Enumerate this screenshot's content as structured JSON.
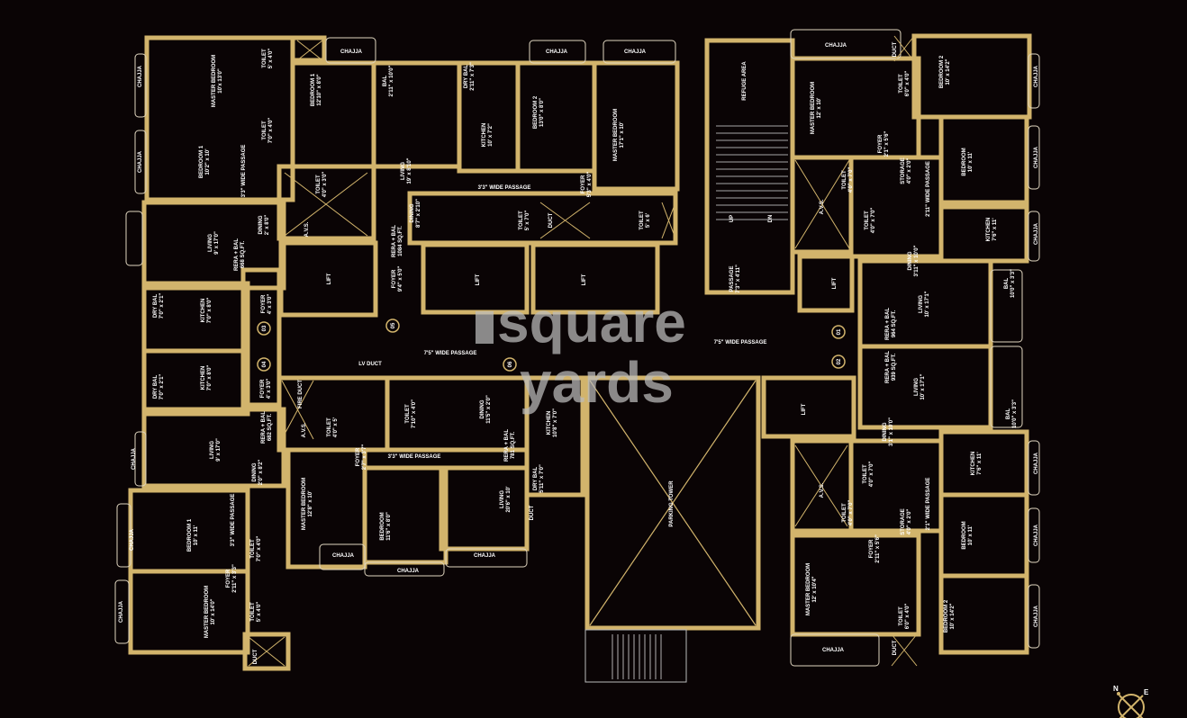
{
  "colors": {
    "background": "#0a0405",
    "wall": "#d2b46c",
    "fixture": "#c9ad6a",
    "text": "#ffffff",
    "watermark": "#bdbdbd"
  },
  "watermark": {
    "line1": "square",
    "line2": "yards"
  },
  "compass": {
    "north": "N",
    "east": "E"
  },
  "markers": [
    "01",
    "02",
    "03",
    "04",
    "05",
    "06"
  ],
  "labels": [
    {
      "name": "MASTER BEDROOM",
      "dim": "10'x 13'0\""
    },
    {
      "name": "TOILET",
      "dim": "5' x 4'0\""
    },
    {
      "name": "BEDROOM 1",
      "dim": "10'2\" x 10'"
    },
    {
      "name": "TOILET",
      "dim": "7'0\" x 4'0\""
    },
    {
      "name": "3'3\" WIDE PASSAGE",
      "dim": ""
    },
    {
      "name": "DINING",
      "dim": "2' x 8'0\""
    },
    {
      "name": "LIVING",
      "dim": "9' x 17'0\""
    },
    {
      "name": "RERA + BAL",
      "dim": "668 SQ.FT."
    },
    {
      "name": "BEDROOM 1",
      "dim": "12'10\" x 8'0\""
    },
    {
      "name": "TOILET",
      "dim": "4'0\" x 3'0\""
    },
    {
      "name": "A.V.S.",
      "dim": ""
    },
    {
      "name": "LIFT",
      "dim": ""
    },
    {
      "name": "CHAJJA",
      "dim": ""
    },
    {
      "name": "CHAJJA",
      "dim": ""
    },
    {
      "name": "CHAJJA",
      "dim": ""
    },
    {
      "name": "BAL",
      "dim": "2'11\" x 10'0\""
    },
    {
      "name": "DRY BAL",
      "dim": "2'11\" x 7'3\""
    },
    {
      "name": "LIVING",
      "dim": "19' x 8'10\""
    },
    {
      "name": "KITCHEN",
      "dim": "10' x 7'2\""
    },
    {
      "name": "BEDROOM 2",
      "dim": "13'0\" x 8'0\""
    },
    {
      "name": "MASTER BEDROOM",
      "dim": "17'1\" x 10'"
    },
    {
      "name": "3'3\" WIDE PASSAGE",
      "dim": ""
    },
    {
      "name": "FOYER",
      "dim": "5'3\" x 4'0\""
    },
    {
      "name": "DINING",
      "dim": "8'7\" x 2'10\""
    },
    {
      "name": "TOILET",
      "dim": "5' x 7'0\""
    },
    {
      "name": "DUCT",
      "dim": ""
    },
    {
      "name": "TOILET",
      "dim": "5' x 6'"
    },
    {
      "name": "RERA + BAL",
      "dim": "1084 SQ.FT."
    },
    {
      "name": "FOYER",
      "dim": "9'4\" x 5'0\""
    },
    {
      "name": "LIFT",
      "dim": ""
    },
    {
      "name": "LIFT",
      "dim": ""
    },
    {
      "name": "CHAJJA",
      "dim": ""
    },
    {
      "name": "CHAJJA",
      "dim": ""
    },
    {
      "name": "REFUGE AREA",
      "dim": ""
    },
    {
      "name": "UP",
      "dim": ""
    },
    {
      "name": "DN",
      "dim": ""
    },
    {
      "name": "PASSAGE",
      "dim": "7'3\" x 4'11\""
    },
    {
      "name": "7'5\" WIDE PASSAGE",
      "dim": ""
    },
    {
      "name": "7'5\" WIDE PASSAGE",
      "dim": ""
    },
    {
      "name": "PARKING TOWER",
      "dim": ""
    },
    {
      "name": "LV DUCT",
      "dim": ""
    },
    {
      "name": "LIFT",
      "dim": ""
    },
    {
      "name": "LIFT",
      "dim": ""
    },
    {
      "name": "CHAJJA",
      "dim": ""
    },
    {
      "name": "DUCT",
      "dim": ""
    },
    {
      "name": "MASTER BEDROOM",
      "dim": "12' x 10'"
    },
    {
      "name": "TOILET",
      "dim": "6'0\" x 4'0\""
    },
    {
      "name": "BEDROOM 2",
      "dim": "10' x 14'2\""
    },
    {
      "name": "FOYER",
      "dim": "2'1\" x 5'6\""
    },
    {
      "name": "TOILET",
      "dim": "4'0\" x 7'0\""
    },
    {
      "name": "STORAGE",
      "dim": "4'0\" x 2'0\""
    },
    {
      "name": "2'11\" WIDE PASSAGE",
      "dim": ""
    },
    {
      "name": "A.V.S.",
      "dim": ""
    },
    {
      "name": "BEDROOM",
      "dim": "10' x 11'"
    },
    {
      "name": "TOILET",
      "dim": "4'0\" x 7'0\""
    },
    {
      "name": "KITCHEN",
      "dim": "7'6\" x 11'"
    },
    {
      "name": "DINING",
      "dim": "3'11\" x 10'0\""
    },
    {
      "name": "LIVING",
      "dim": "10' x 17'1\""
    },
    {
      "name": "BAL",
      "dim": "10'0\" x 3'3\""
    },
    {
      "name": "RERA + BAL",
      "dim": "964 SQ.FT."
    },
    {
      "name": "CHAJJA",
      "dim": ""
    },
    {
      "name": "CHAJJA",
      "dim": ""
    },
    {
      "name": "CHAJJA",
      "dim": ""
    },
    {
      "name": "RERA + BAL",
      "dim": "939 SQ.FT."
    },
    {
      "name": "LIVING",
      "dim": "10' x 17'1\""
    },
    {
      "name": "BAL",
      "dim": "10'0\" x 3'3\""
    },
    {
      "name": "DINING",
      "dim": "3'1\" x 10'0\""
    },
    {
      "name": "KITCHEN",
      "dim": "7'6\" x 11'"
    },
    {
      "name": "TOILET",
      "dim": "4'0\" x 7'0\""
    },
    {
      "name": "A.V.S.",
      "dim": ""
    },
    {
      "name": "TOILET",
      "dim": "4'0\" x 7'0\""
    },
    {
      "name": "STORAGE",
      "dim": "4'0\" x 2'0\""
    },
    {
      "name": "2'1\" WIDE PASSAGE",
      "dim": ""
    },
    {
      "name": "BEDROOM",
      "dim": "10' x 11'"
    },
    {
      "name": "FOYER",
      "dim": "2'11\" x 5'6\""
    },
    {
      "name": "MASTER BEDROOM",
      "dim": "12' x 10'4\""
    },
    {
      "name": "TOILET",
      "dim": "6'0\" x 4'0\""
    },
    {
      "name": "BEDROOM 2",
      "dim": "10' x 14'2\""
    },
    {
      "name": "CHAJJA",
      "dim": ""
    },
    {
      "name": "DUCT",
      "dim": ""
    },
    {
      "name": "CHAJJA",
      "dim": ""
    },
    {
      "name": "CHAJJA",
      "dim": ""
    },
    {
      "name": "CHAJJA",
      "dim": ""
    },
    {
      "name": "FIRE DUCT",
      "dim": ""
    },
    {
      "name": "A.V.S.",
      "dim": ""
    },
    {
      "name": "TOILET",
      "dim": "4'0\" x 5'"
    },
    {
      "name": "TOILET",
      "dim": "7'10\" x 4'0\""
    },
    {
      "name": "DINING",
      "dim": "11'5\" x 2'0\""
    },
    {
      "name": "RERA + BAL",
      "dim": "781 SQ.FT."
    },
    {
      "name": "KITCHEN",
      "dim": "10'8\" x 7'0\""
    },
    {
      "name": "FOYER",
      "dim": "2'7\" x 3'7\""
    },
    {
      "name": "3'3\" WIDE PASSAGE",
      "dim": ""
    },
    {
      "name": "MASTER BEDROOM",
      "dim": "12'8\" x 10'"
    },
    {
      "name": "BEDROOM",
      "dim": "11'6\" x 8'0\""
    },
    {
      "name": "LIVING",
      "dim": "20'6\" x 10'"
    },
    {
      "name": "DRY BAL",
      "dim": "5'11\" x 7'0\""
    },
    {
      "name": "DUCT",
      "dim": ""
    },
    {
      "name": "CHAJJA",
      "dim": ""
    },
    {
      "name": "CHAJJA",
      "dim": ""
    },
    {
      "name": "CHAJJA",
      "dim": ""
    },
    {
      "name": "DRY BAL",
      "dim": "7'0\" x 2'1\""
    },
    {
      "name": "KITCHEN",
      "dim": "7'0\" x 8'0\""
    },
    {
      "name": "FOYER",
      "dim": "4' x 3'0\""
    },
    {
      "name": "DRY BAL",
      "dim": "7'0\" x 2'1\""
    },
    {
      "name": "KITCHEN",
      "dim": "7'0\" x 8'0\""
    },
    {
      "name": "FOYER",
      "dim": "4' x 3'0\""
    },
    {
      "name": "LIVING",
      "dim": "9' x 17'0\""
    },
    {
      "name": "RERA + BAL",
      "dim": "682 SQ.FT."
    },
    {
      "name": "DINING",
      "dim": "2'0\" x 8'2\""
    },
    {
      "name": "CHAJJA",
      "dim": ""
    },
    {
      "name": "CHAJJA",
      "dim": ""
    },
    {
      "name": "CHAJJA",
      "dim": ""
    },
    {
      "name": "BEDROOM 1",
      "dim": "10' x 11'"
    },
    {
      "name": "3'3\" WIDE PASSAGE",
      "dim": ""
    },
    {
      "name": "TOILET",
      "dim": "7'0\" x 4'0\""
    },
    {
      "name": "FOYER",
      "dim": "2'11\" x 3'3\""
    },
    {
      "name": "MASTER BEDROOM",
      "dim": "10' x 14'0\""
    },
    {
      "name": "TOILET",
      "dim": "5' x 4'0\""
    },
    {
      "name": "DUCT",
      "dim": ""
    }
  ]
}
